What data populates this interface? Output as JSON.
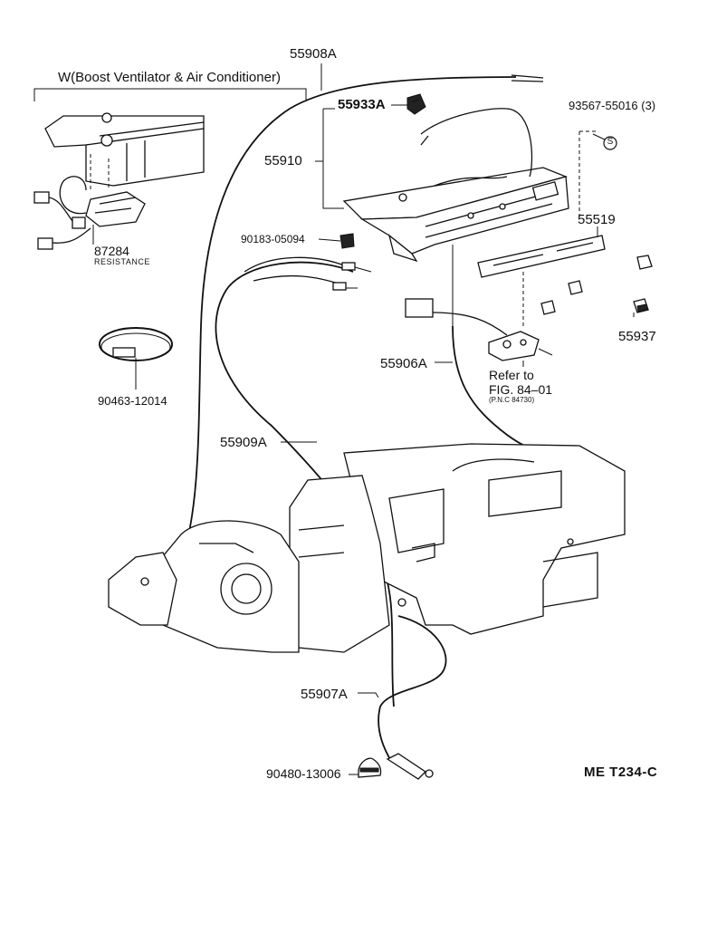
{
  "diagram": {
    "header": "W(Boost Ventilator & Air Conditioner)",
    "code": "ME  T234-C",
    "parts": {
      "p55908A": "55908A",
      "p55933A": "55933A",
      "p93567": "93567-55016 (3)",
      "p55910": "55910",
      "p55519": "55519",
      "p90183": "90183-05094",
      "p87284": "87284",
      "resistance": "RESISTANCE",
      "p55937": "55937",
      "p55906A": "55906A",
      "p90463": "90463-12014",
      "p55909A": "55909A",
      "p55907A": "55907A",
      "p90480": "90480-13006"
    },
    "refer": {
      "line1": "Refer to",
      "line2": "FIG. 84–01",
      "line3": "(P.N.C 84730)"
    },
    "s_symbol": "S"
  }
}
